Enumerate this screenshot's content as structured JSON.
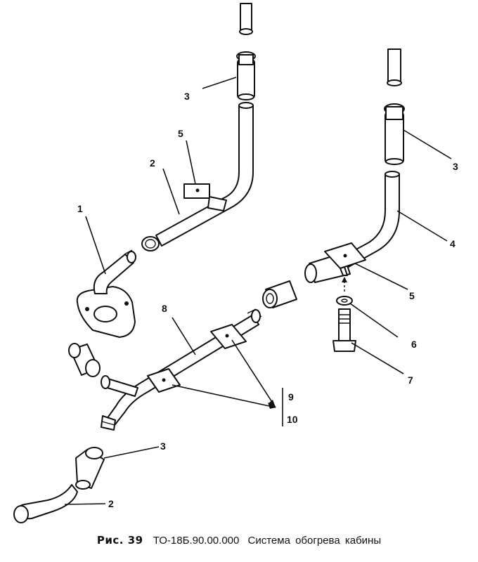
{
  "labels": {
    "l3a": "3",
    "l5a": "5",
    "l2a": "2",
    "l1": "1",
    "l3b": "3",
    "l4": "4",
    "l5b": "5",
    "l6": "6",
    "l7": "7",
    "l8": "8",
    "l9": "9",
    "l10": "10",
    "l3c": "3",
    "l2b": "2"
  },
  "caption": {
    "figure": "Рис. 39",
    "code": "ТО-18Б.90.00.000",
    "title": "Система обогрева кабины"
  }
}
